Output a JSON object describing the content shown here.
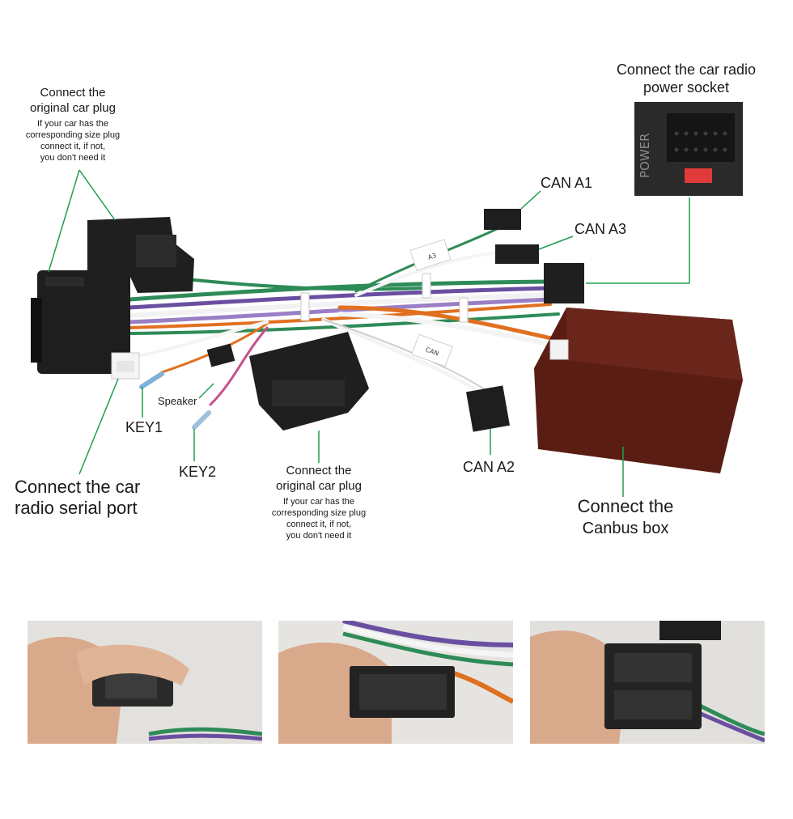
{
  "labels": {
    "top_left_title_1": "Connect the",
    "top_left_title_2": "original car plug",
    "top_left_note_1": "If your car has the",
    "top_left_note_2": "corresponding size plug",
    "top_left_note_3": "connect it, if not,",
    "top_left_note_4": "you don't need it",
    "power_1": "Connect the car radio",
    "power_2": "power socket",
    "can_a1": "CAN A1",
    "can_a3": "CAN A3",
    "speaker": "Speaker",
    "key1": "KEY1",
    "key2": "KEY2",
    "serial_1": "Connect the car",
    "serial_2": "radio  serial port",
    "mid_title_1": "Connect the",
    "mid_title_2": "original car plug",
    "mid_note_1": "If your car has the",
    "mid_note_2": "corresponding size plug",
    "mid_note_3": "connect it, if not,",
    "mid_note_4": "you don't need it",
    "can_a2": "CAN A2",
    "canbus_1": "Connect the",
    "canbus_2": "Canbus box",
    "power_socket_print": "POWER",
    "tag_can": "CAN",
    "tag_a3": "A3"
  },
  "colors": {
    "leader_line": "#1f9e4f",
    "connector": "#1e1e1e",
    "canbus_box": "#5a1d14",
    "wire_green": "#2e8b57",
    "wire_purple": "#6a4fa0",
    "wire_orange": "#e07020",
    "wire_white": "#f4f4f4",
    "wire_pink": "#c8508a"
  }
}
